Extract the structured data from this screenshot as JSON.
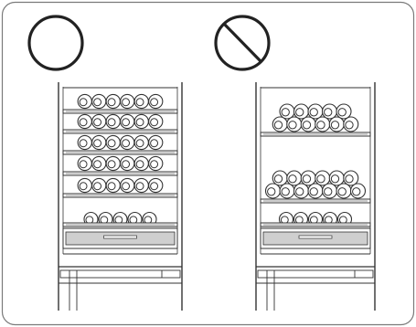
{
  "panel": {
    "border_color": "#7a7a7a",
    "background": "#ffffff"
  },
  "diagram": {
    "correct": {
      "symbol_icon": "circle-ok-icon",
      "description_icon": "wine-cooler-bottles-on-every-shelf-icon",
      "row_counts": [
        6,
        6,
        6,
        6,
        6
      ],
      "bottom_row_count": 5
    },
    "incorrect": {
      "symbol_icon": "prohibited-icon",
      "description_icon": "wine-cooler-stacked-bottles-icon",
      "top_pyramid": [
        5,
        6
      ],
      "middle_pyramid": [
        6,
        7
      ],
      "bottom_row_count": 5
    },
    "line_color": "#333333",
    "fill_light": "#f2f2f2",
    "fill_dark": "#cfcfcf"
  }
}
